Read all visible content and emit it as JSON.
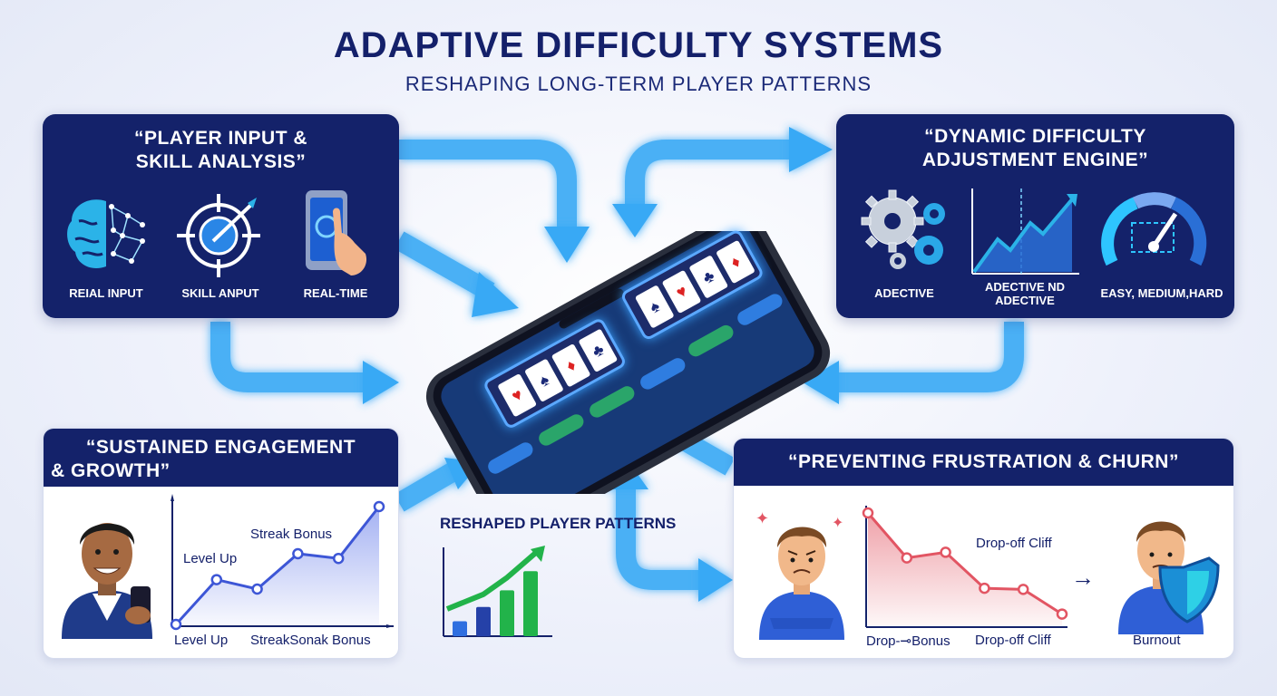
{
  "header": {
    "title": "ADAPTIVE DIFFICULTY SYSTEMS",
    "subtitle": "RESHAPING LONG-TERM PLAYER PATTERNS"
  },
  "panels": {
    "input": {
      "title_line1": "“PLAYER INPUT &",
      "title_line2": "SKILL ANALYSIS”",
      "icons": [
        {
          "icon": "brain-network-icon",
          "label": "REIAL INPUT"
        },
        {
          "icon": "crosshair-target-icon",
          "label": "SKILL ANPUT"
        },
        {
          "icon": "phone-touch-icon",
          "label": "REAL-TIME"
        }
      ]
    },
    "engine": {
      "title_line1": "“DYNAMIC DIFFICULTY",
      "title_line2": "ADJUSTMENT ENGINE”",
      "icons": [
        {
          "icon": "gears-icon",
          "label": "ADECTIVE"
        },
        {
          "icon": "rising-chart-icon",
          "label_line1": "ADECTIVE ND",
          "label_line2": "ADECTIVE"
        },
        {
          "icon": "difficulty-gauge-icon",
          "label": "EASY, MEDIUM,HARD"
        }
      ]
    },
    "engagement": {
      "title_line1": "“SUSTAINED ENGAGEMENT",
      "title_line2": "& GROWTH”",
      "annotations": [
        "Streak Bonus",
        "Level Up"
      ],
      "axis_labels": [
        "Level Up",
        "StreakSonak Bonus"
      ]
    },
    "churn": {
      "title": "“PREVENTING FRUSTRATION & CHURN”",
      "annotations": [
        "Drop-off Cliff"
      ],
      "axis_labels": [
        "Drop-⊸Bonus",
        "Drop-off Cliff"
      ],
      "arrow": "→",
      "outcome": "Burnout"
    }
  },
  "center": {
    "label": "RESHAPED PLAYER PATTERNS"
  },
  "phone": {
    "buttons": [
      "",
      "",
      "",
      "",
      "",
      ""
    ]
  },
  "colors": {
    "navy": "#14226a",
    "flow_blue": "#39a9f5",
    "growth_green": "#22b34a",
    "churn_red": "#e25563",
    "engagement_blue": "#3d56d6"
  },
  "chart_data": [
    {
      "type": "line",
      "title": "“SUSTAINED ENGAGEMENT & GROWTH”",
      "series": [
        {
          "values": [
            0,
            0.38,
            0.3,
            0.6,
            0.56,
            1.0
          ]
        }
      ],
      "trend": "rising"
    },
    {
      "type": "line",
      "title": "“PREVENTING FRUSTRATION & CHURN”",
      "series": [
        {
          "values": [
            1.0,
            0.6,
            0.65,
            0.33,
            0.32,
            0.1
          ]
        }
      ],
      "trend": "falling"
    },
    {
      "type": "bar",
      "title": "RESHAPED PLAYER PATTERNS",
      "values": [
        0.18,
        0.35,
        0.55,
        0.78
      ],
      "trend": "rising"
    }
  ]
}
